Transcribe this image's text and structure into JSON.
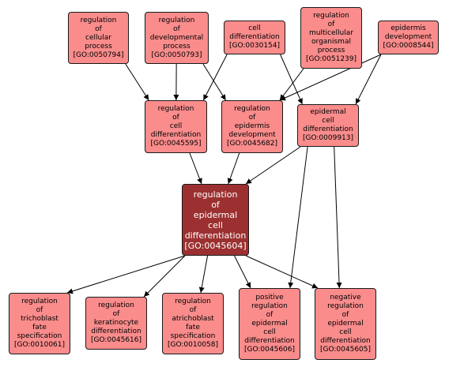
{
  "colors": {
    "node_fill": "#fa8c8c",
    "focus_fill": "#9c3030",
    "focus_text": "#ffffff",
    "border": "#1a1a1a",
    "edge": "#000000"
  },
  "nodes": [
    {
      "id": "GO:0050794",
      "lines": [
        "regulation",
        "of",
        "cellular",
        "process",
        "[GO:0050794]"
      ]
    },
    {
      "id": "GO:0050793",
      "lines": [
        "regulation",
        "of",
        "developmental",
        "process",
        "[GO:0050793]"
      ]
    },
    {
      "id": "GO:0030154",
      "lines": [
        "cell",
        "differentiation",
        "[GO:0030154]"
      ]
    },
    {
      "id": "GO:0051239",
      "lines": [
        "regulation",
        "of",
        "multicellular",
        "organismal",
        "process",
        "[GO:0051239]"
      ]
    },
    {
      "id": "GO:0008544",
      "lines": [
        "epidermis",
        "development",
        "[GO:0008544]"
      ]
    },
    {
      "id": "GO:0045595",
      "lines": [
        "regulation",
        "of",
        "cell",
        "differentiation",
        "[GO:0045595]"
      ]
    },
    {
      "id": "GO:0045682",
      "lines": [
        "regulation",
        "of",
        "epidermis",
        "development",
        "[GO:0045682]"
      ]
    },
    {
      "id": "GO:0009913",
      "lines": [
        "epidermal",
        "cell",
        "differentiation",
        "[GO:0009913]"
      ]
    },
    {
      "id": "GO:0045604",
      "lines": [
        "regulation",
        "of",
        "epidermal",
        "cell",
        "differentiation",
        "[GO:0045604]"
      ],
      "focus": true
    },
    {
      "id": "GO:0010061",
      "lines": [
        "regulation",
        "of",
        "trichoblast",
        "fate",
        "specification",
        "[GO:0010061]"
      ]
    },
    {
      "id": "GO:0045616",
      "lines": [
        "regulation",
        "of",
        "keratinocyte",
        "differentiation",
        "[GO:0045616]"
      ]
    },
    {
      "id": "GO:0010058",
      "lines": [
        "regulation",
        "of",
        "atrichoblast",
        "fate",
        "specification",
        "[GO:0010058]"
      ]
    },
    {
      "id": "GO:0045606",
      "lines": [
        "positive",
        "regulation",
        "of",
        "epidermal",
        "cell",
        "differentiation",
        "[GO:0045606]"
      ]
    },
    {
      "id": "GO:0045605",
      "lines": [
        "negative",
        "regulation",
        "of",
        "epidermal",
        "cell",
        "differentiation",
        "[GO:0045605]"
      ]
    }
  ],
  "edges": [
    {
      "from": "GO:0050794",
      "to": "GO:0045595"
    },
    {
      "from": "GO:0050793",
      "to": "GO:0045595"
    },
    {
      "from": "GO:0050793",
      "to": "GO:0045682"
    },
    {
      "from": "GO:0030154",
      "to": "GO:0045595"
    },
    {
      "from": "GO:0030154",
      "to": "GO:0009913"
    },
    {
      "from": "GO:0051239",
      "to": "GO:0045682"
    },
    {
      "from": "GO:0008544",
      "to": "GO:0045682"
    },
    {
      "from": "GO:0008544",
      "to": "GO:0009913"
    },
    {
      "from": "GO:0045595",
      "to": "GO:0045604"
    },
    {
      "from": "GO:0045682",
      "to": "GO:0045604"
    },
    {
      "from": "GO:0009913",
      "to": "GO:0045604"
    },
    {
      "from": "GO:0009913",
      "to": "GO:0045606"
    },
    {
      "from": "GO:0009913",
      "to": "GO:0045605"
    },
    {
      "from": "GO:0045604",
      "to": "GO:0010061"
    },
    {
      "from": "GO:0045604",
      "to": "GO:0045616"
    },
    {
      "from": "GO:0045604",
      "to": "GO:0010058"
    },
    {
      "from": "GO:0045604",
      "to": "GO:0045606"
    },
    {
      "from": "GO:0045604",
      "to": "GO:0045605"
    }
  ]
}
